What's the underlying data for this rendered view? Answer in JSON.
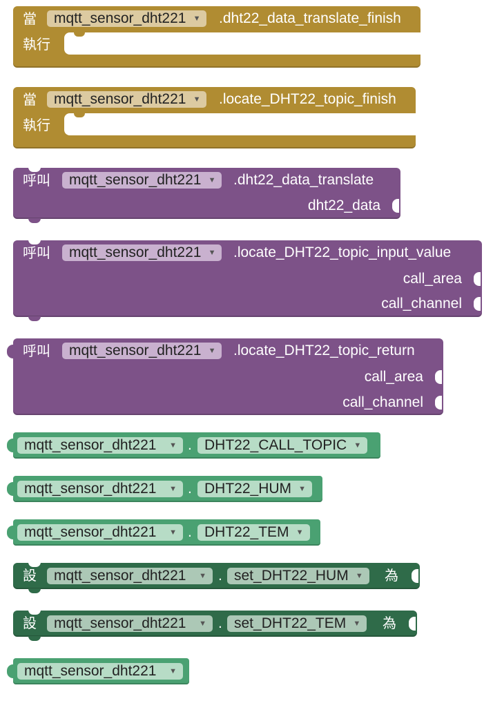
{
  "component": "mqtt_sensor_dht221",
  "when_kw": "當",
  "do_kw": "執行",
  "call_kw": "呼叫",
  "set_kw": "設",
  "to_kw": "為",
  "dot": ".",
  "events": [
    {
      "method": ".dht22_data_translate_finish"
    },
    {
      "method": ".locate_DHT22_topic_finish"
    }
  ],
  "procedures": [
    {
      "method": ".dht22_data_translate",
      "args": [
        "dht22_data"
      ]
    },
    {
      "method": ".locate_DHT22_topic_input_value",
      "args": [
        "call_area",
        "call_channel"
      ]
    },
    {
      "method": ".locate_DHT22_topic_return",
      "args": [
        "call_area",
        "call_channel"
      ]
    }
  ],
  "getters": [
    "DHT22_CALL_TOPIC",
    "DHT22_HUM",
    "DHT22_TEM"
  ],
  "setters": [
    "set_DHT22_HUM",
    "set_DHT22_TEM"
  ],
  "dropdown_arrow": "▼",
  "colors": {
    "event": "#b08c32",
    "procedure": "#7d5288",
    "getter": "#4aa172",
    "setter": "#2f6b49"
  }
}
